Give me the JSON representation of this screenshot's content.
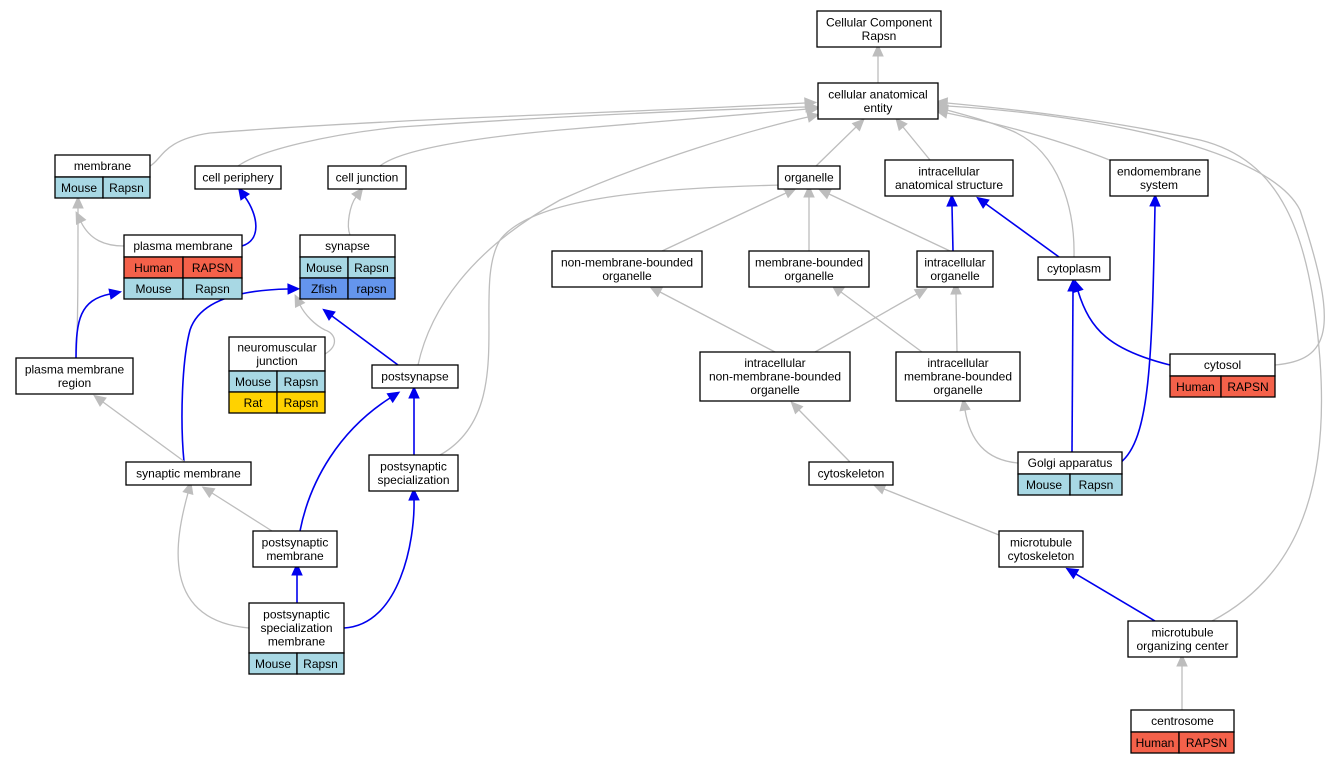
{
  "colors": {
    "Human": "#f4614a",
    "Mouse": "#a8d8e4",
    "Zfish": "#6495ed",
    "Rat": "#ffd200",
    "is_a": "#bdbdbd",
    "part_of": "#0000ee"
  },
  "nodes": [
    {
      "id": "cc",
      "label": [
        "Cellular Component",
        "Rapsn"
      ],
      "ann": []
    },
    {
      "id": "cae",
      "label": [
        "cellular anatomical",
        "entity"
      ],
      "ann": []
    },
    {
      "id": "membrane",
      "label": [
        "membrane"
      ],
      "ann": [
        [
          "Mouse",
          "Mouse",
          "Rapsn"
        ]
      ]
    },
    {
      "id": "cellper",
      "label": [
        "cell periphery"
      ],
      "ann": []
    },
    {
      "id": "celljunc",
      "label": [
        "cell junction"
      ],
      "ann": []
    },
    {
      "id": "organelle",
      "label": [
        "organelle"
      ],
      "ann": []
    },
    {
      "id": "ias",
      "label": [
        "intracellular",
        "anatomical structure"
      ],
      "ann": []
    },
    {
      "id": "endomem",
      "label": [
        "endomembrane",
        "system"
      ],
      "ann": []
    },
    {
      "id": "plasmamem",
      "label": [
        "plasma membrane"
      ],
      "ann": [
        [
          "Human",
          "Human",
          "RAPSN"
        ],
        [
          "Mouse",
          "Mouse",
          "Rapsn"
        ]
      ]
    },
    {
      "id": "synapse",
      "label": [
        "synapse"
      ],
      "ann": [
        [
          "Mouse",
          "Mouse",
          "Rapsn"
        ],
        [
          "Zfish",
          "Zfish",
          "rapsn"
        ]
      ]
    },
    {
      "id": "nmbo",
      "label": [
        "non-membrane-bounded",
        "organelle"
      ],
      "ann": []
    },
    {
      "id": "mbo",
      "label": [
        "membrane-bounded",
        "organelle"
      ],
      "ann": []
    },
    {
      "id": "intorg",
      "label": [
        "intracellular",
        "organelle"
      ],
      "ann": []
    },
    {
      "id": "cytoplasm",
      "label": [
        "cytoplasm"
      ],
      "ann": []
    },
    {
      "id": "nmj",
      "label": [
        "neuromuscular",
        "junction"
      ],
      "ann": [
        [
          "Mouse",
          "Mouse",
          "Rapsn"
        ],
        [
          "Rat",
          "Rat",
          "Rapsn"
        ]
      ]
    },
    {
      "id": "pmr",
      "label": [
        "plasma membrane",
        "region"
      ],
      "ann": []
    },
    {
      "id": "postsyn",
      "label": [
        "postsynapse"
      ],
      "ann": []
    },
    {
      "id": "inmbo",
      "label": [
        "intracellular",
        "non-membrane-bounded",
        "organelle"
      ],
      "ann": []
    },
    {
      "id": "imbo",
      "label": [
        "intracellular",
        "membrane-bounded",
        "organelle"
      ],
      "ann": []
    },
    {
      "id": "cytosol",
      "label": [
        "cytosol"
      ],
      "ann": [
        [
          "Human",
          "Human",
          "RAPSN"
        ]
      ]
    },
    {
      "id": "synmem",
      "label": [
        "synaptic membrane"
      ],
      "ann": []
    },
    {
      "id": "psspec",
      "label": [
        "postsynaptic",
        "specialization"
      ],
      "ann": []
    },
    {
      "id": "golgi",
      "label": [
        "Golgi apparatus"
      ],
      "ann": [
        [
          "Mouse",
          "Mouse",
          "Rapsn"
        ]
      ]
    },
    {
      "id": "cytoskel",
      "label": [
        "cytoskeleton"
      ],
      "ann": []
    },
    {
      "id": "mtcyto",
      "label": [
        "microtubule",
        "cytoskeleton"
      ],
      "ann": []
    },
    {
      "id": "psmem",
      "label": [
        "postsynaptic",
        "membrane"
      ],
      "ann": []
    },
    {
      "id": "pssm",
      "label": [
        "postsynaptic",
        "specialization",
        "membrane"
      ],
      "ann": [
        [
          "Mouse",
          "Mouse",
          "Rapsn"
        ]
      ]
    },
    {
      "id": "mtoc",
      "label": [
        "microtubule",
        "organizing center"
      ],
      "ann": []
    },
    {
      "id": "centrosome",
      "label": [
        "centrosome"
      ],
      "ann": [
        [
          "Human",
          "Human",
          "RAPSN"
        ]
      ]
    }
  ],
  "edges": [
    {
      "from": "cae",
      "to": "cc",
      "rel": "is_a"
    },
    {
      "from": "membrane",
      "to": "cae",
      "rel": "is_a"
    },
    {
      "from": "cellper",
      "to": "cae",
      "rel": "is_a"
    },
    {
      "from": "celljunc",
      "to": "cae",
      "rel": "is_a"
    },
    {
      "from": "organelle",
      "to": "cae",
      "rel": "is_a"
    },
    {
      "from": "ias",
      "to": "cae",
      "rel": "is_a"
    },
    {
      "from": "endomem",
      "to": "cae",
      "rel": "is_a"
    },
    {
      "from": "postsyn",
      "to": "cae",
      "rel": "is_a"
    },
    {
      "from": "cytoplasm",
      "to": "cae",
      "rel": "is_a"
    },
    {
      "from": "cytosol",
      "to": "cae",
      "rel": "is_a"
    },
    {
      "from": "mtoc",
      "to": "cae",
      "rel": "is_a"
    },
    {
      "from": "plasmamem",
      "to": "membrane",
      "rel": "is_a"
    },
    {
      "from": "pmr",
      "to": "membrane",
      "rel": "is_a"
    },
    {
      "from": "plasmamem",
      "to": "cellper",
      "rel": "part_of"
    },
    {
      "from": "synapse",
      "to": "celljunc",
      "rel": "is_a"
    },
    {
      "from": "nmbo",
      "to": "organelle",
      "rel": "is_a"
    },
    {
      "from": "mbo",
      "to": "organelle",
      "rel": "is_a"
    },
    {
      "from": "intorg",
      "to": "organelle",
      "rel": "is_a"
    },
    {
      "from": "psspec",
      "to": "organelle",
      "rel": "is_a"
    },
    {
      "from": "intorg",
      "to": "ias",
      "rel": "part_of"
    },
    {
      "from": "cytoplasm",
      "to": "ias",
      "rel": "part_of"
    },
    {
      "from": "golgi",
      "to": "endomem",
      "rel": "part_of"
    },
    {
      "from": "pmr",
      "to": "plasmamem",
      "rel": "part_of"
    },
    {
      "from": "synmem",
      "to": "synapse",
      "rel": "part_of"
    },
    {
      "from": "postsyn",
      "to": "synapse",
      "rel": "part_of"
    },
    {
      "from": "nmj",
      "to": "synapse",
      "rel": "is_a"
    },
    {
      "from": "synmem",
      "to": "pmr",
      "rel": "is_a"
    },
    {
      "from": "inmbo",
      "to": "nmbo",
      "rel": "is_a"
    },
    {
      "from": "inmbo",
      "to": "intorg",
      "rel": "is_a"
    },
    {
      "from": "imbo",
      "to": "mbo",
      "rel": "is_a"
    },
    {
      "from": "imbo",
      "to": "intorg",
      "rel": "is_a"
    },
    {
      "from": "cytosol",
      "to": "cytoplasm",
      "rel": "part_of"
    },
    {
      "from": "golgi",
      "to": "cytoplasm",
      "rel": "part_of"
    },
    {
      "from": "psmem",
      "to": "postsyn",
      "rel": "part_of"
    },
    {
      "from": "psspec",
      "to": "postsyn",
      "rel": "part_of"
    },
    {
      "from": "cytoskel",
      "to": "inmbo",
      "rel": "is_a"
    },
    {
      "from": "golgi",
      "to": "imbo",
      "rel": "is_a"
    },
    {
      "from": "psmem",
      "to": "synmem",
      "rel": "is_a"
    },
    {
      "from": "pssm",
      "to": "synmem",
      "rel": "is_a"
    },
    {
      "from": "pssm",
      "to": "psspec",
      "rel": "part_of"
    },
    {
      "from": "mtcyto",
      "to": "cytoskel",
      "rel": "is_a"
    },
    {
      "from": "pssm",
      "to": "psmem",
      "rel": "part_of"
    },
    {
      "from": "mtoc",
      "to": "mtcyto",
      "rel": "part_of"
    },
    {
      "from": "centrosome",
      "to": "mtoc",
      "rel": "is_a"
    }
  ]
}
